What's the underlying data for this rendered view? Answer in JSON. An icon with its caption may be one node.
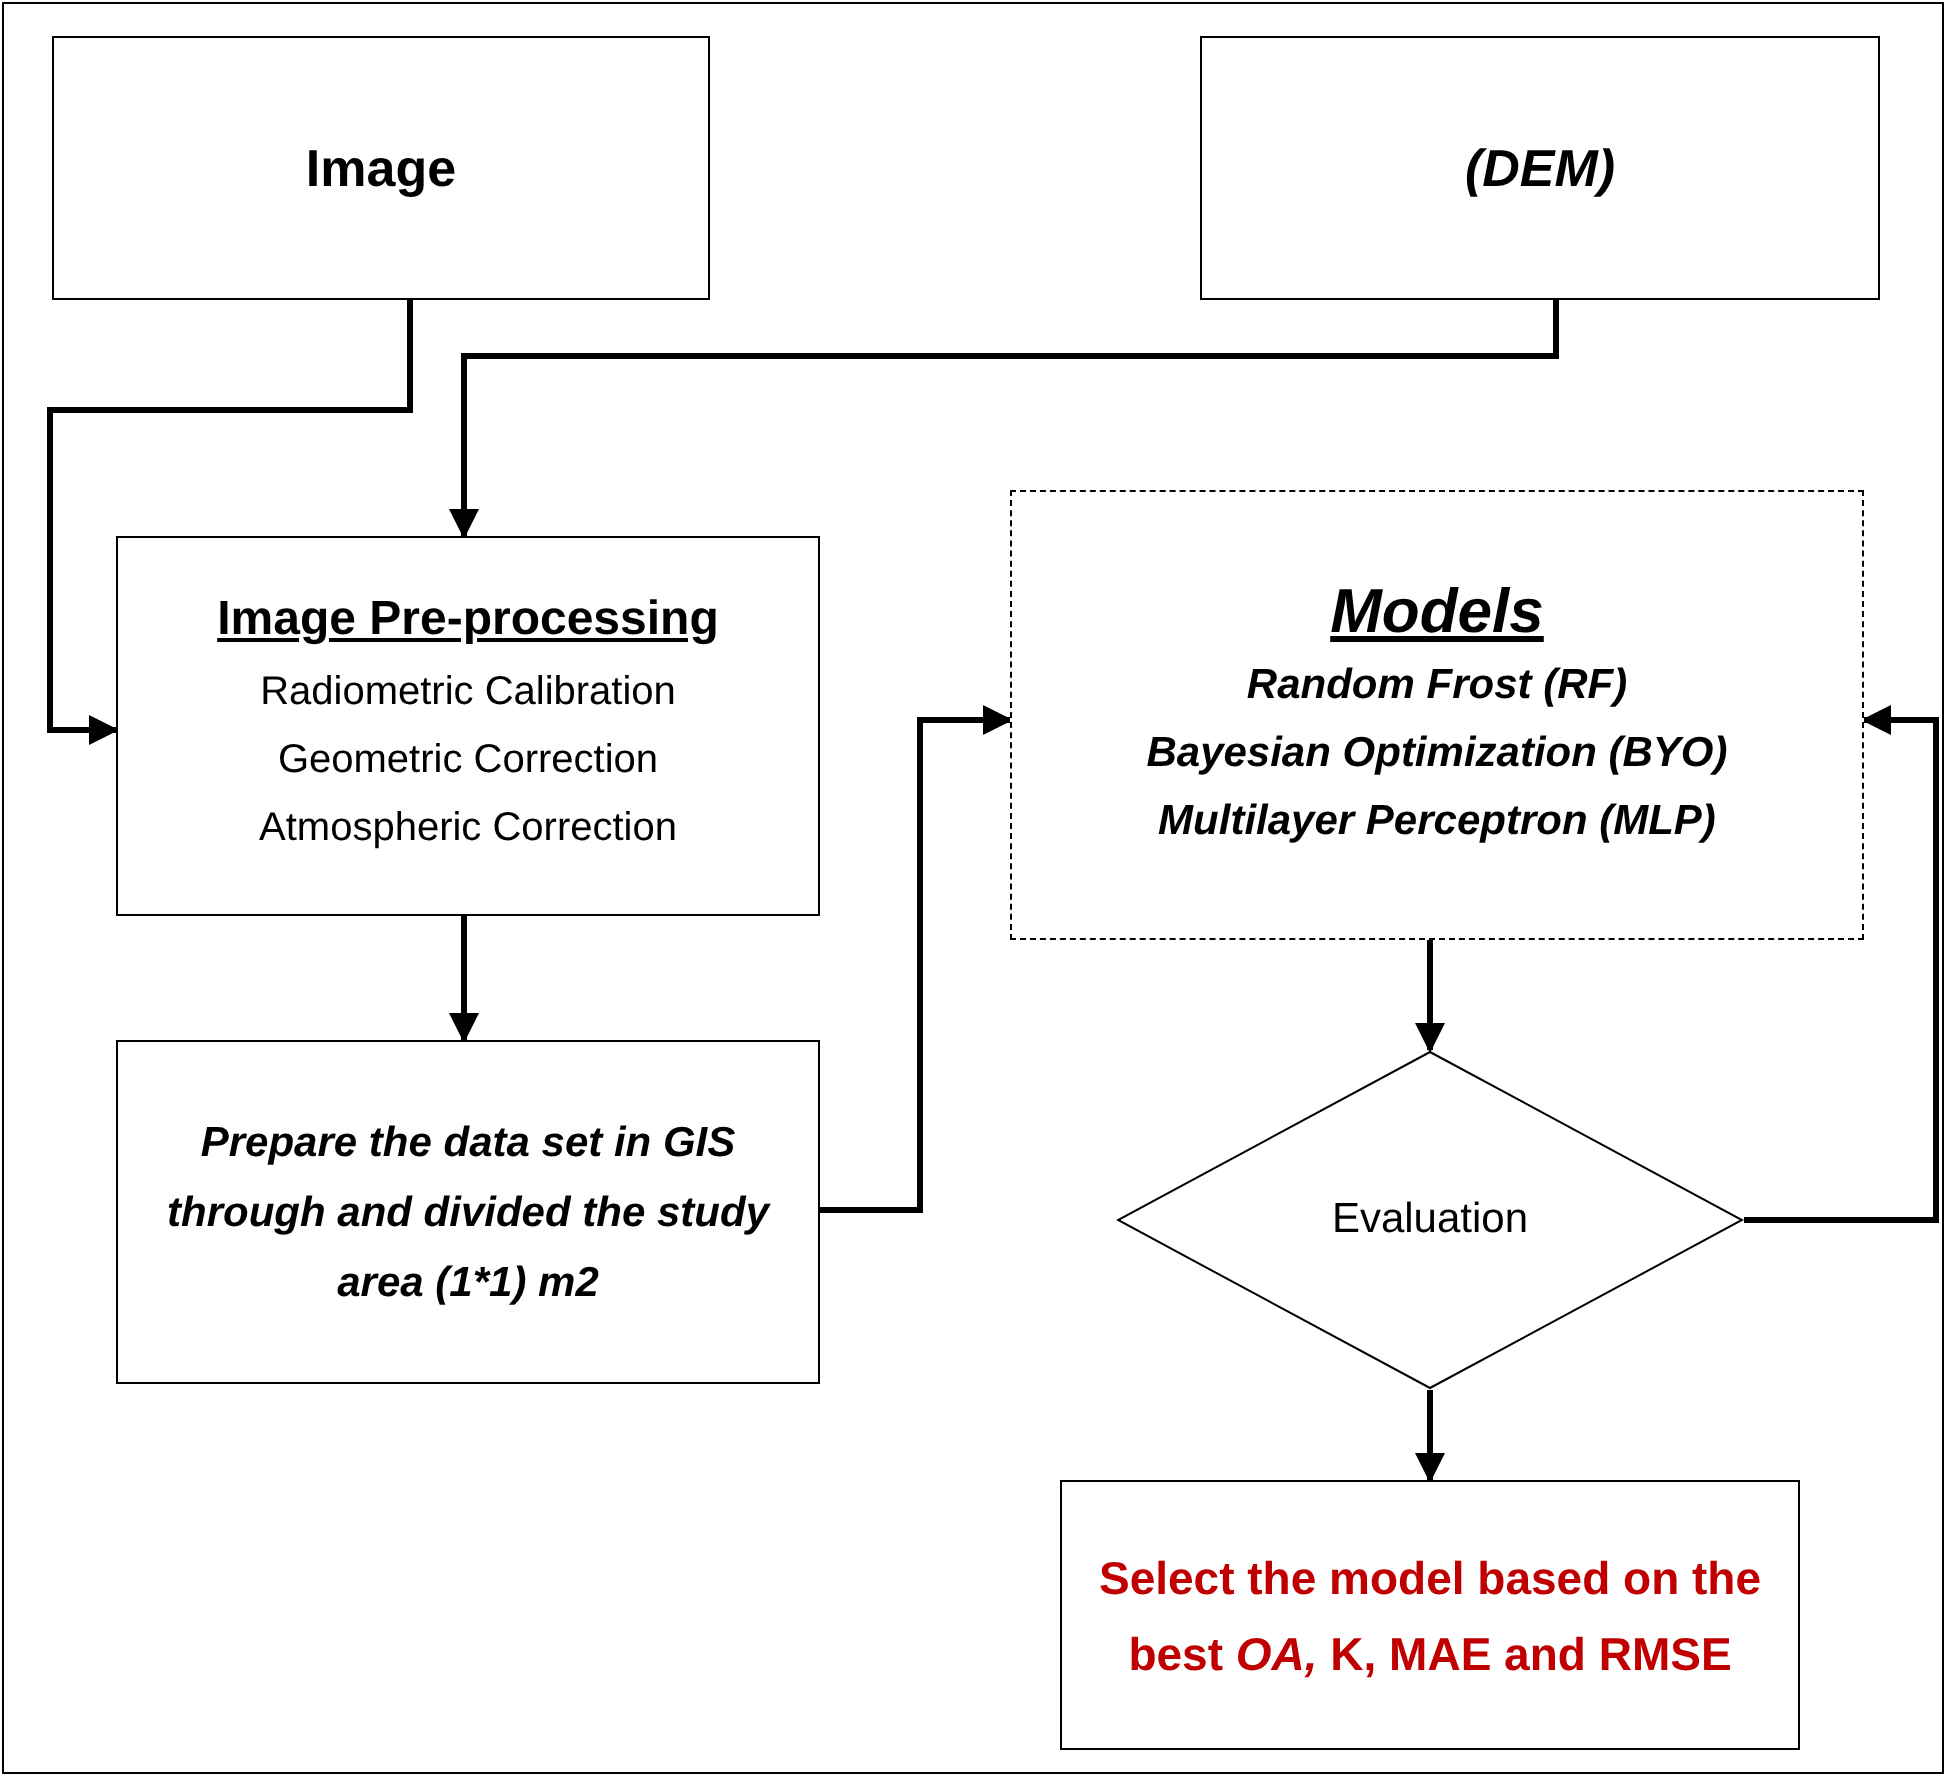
{
  "diagram": {
    "nodes": [
      {
        "text": [
          "Image"
        ]
      },
      {
        "text": [
          "(DEM)"
        ]
      },
      {
        "text": [
          "Image Pre-processing",
          "Radiometric Calibration",
          "Geometric Correction",
          "Atmospheric Correction"
        ]
      },
      {
        "text": [
          "Prepare the data set in GIS through and divided the study area (1*1) m2"
        ]
      },
      {
        "text": [
          "Models",
          "Random Frost (RF)",
          "Bayesian Optimization (BYO)",
          "Multilayer Perceptron (MLP)"
        ]
      },
      {
        "text": [
          "Evaluation"
        ]
      },
      {
        "text": [
          "Select the model based on the best *OA,* K, MAE and RMSE"
        ]
      }
    ],
    "edges": [
      {
        "from": 0,
        "to": 2,
        "arrow": "to"
      },
      {
        "from": 1,
        "to": 2,
        "arrow": "to"
      },
      {
        "from": 2,
        "to": 3,
        "arrow": "to"
      },
      {
        "from": 3,
        "to": 4,
        "arrow": "to"
      },
      {
        "from": 4,
        "to": 5,
        "arrow": "to"
      },
      {
        "from": 5,
        "to": 4,
        "arrow": "to"
      },
      {
        "from": 5,
        "to": 6,
        "arrow": "to"
      }
    ]
  }
}
